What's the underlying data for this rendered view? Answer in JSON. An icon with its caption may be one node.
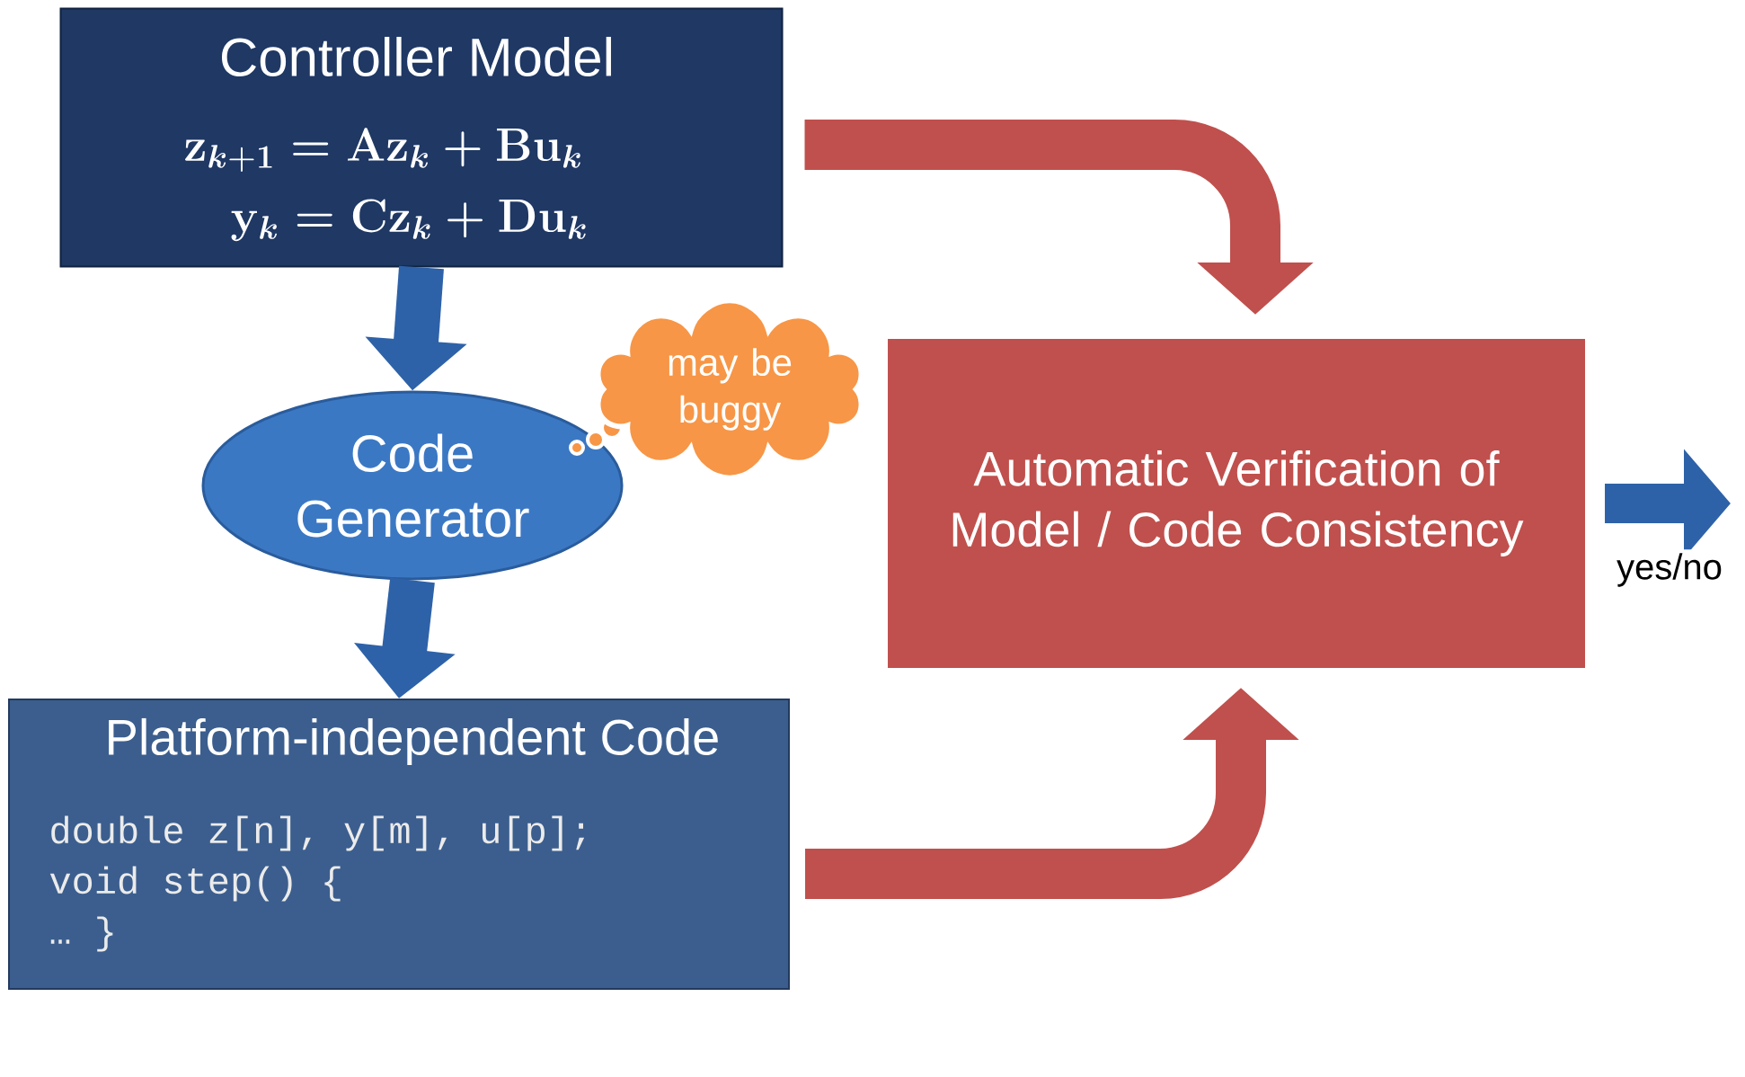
{
  "diagram": {
    "nodes": [
      {
        "text": [
          "Controller Model",
          "\\mathbf{z}_{k+1} = \\mathbf{A}\\mathbf{z}_k + \\mathbf{B}\\mathbf{u}_k",
          "\\mathbf{y}_k = \\mathbf{C}\\mathbf{z}_k + \\mathbf{D}\\mathbf{u}_k"
        ]
      },
      {
        "text": [
          "Code Generator"
        ]
      },
      {
        "text": [
          "may be buggy"
        ]
      },
      {
        "text": [
          "Platform-independent Code",
          "double z[n], y[m], u[p];",
          "void step() {",
          "… }"
        ]
      },
      {
        "text": [
          "Automatic Verification of Model / Code Consistency"
        ]
      }
    ],
    "edges": [
      {
        "from": 0,
        "to": 1,
        "arrow": "to"
      },
      {
        "from": 1,
        "to": 3,
        "arrow": "to"
      },
      {
        "from": 0,
        "to": 4,
        "arrow": "to",
        "color": "#c0504d"
      },
      {
        "from": 3,
        "to": 4,
        "arrow": "to",
        "color": "#c0504d"
      },
      {
        "from": 4,
        "to": null,
        "arrow": "to",
        "label": "yes/no"
      }
    ]
  }
}
